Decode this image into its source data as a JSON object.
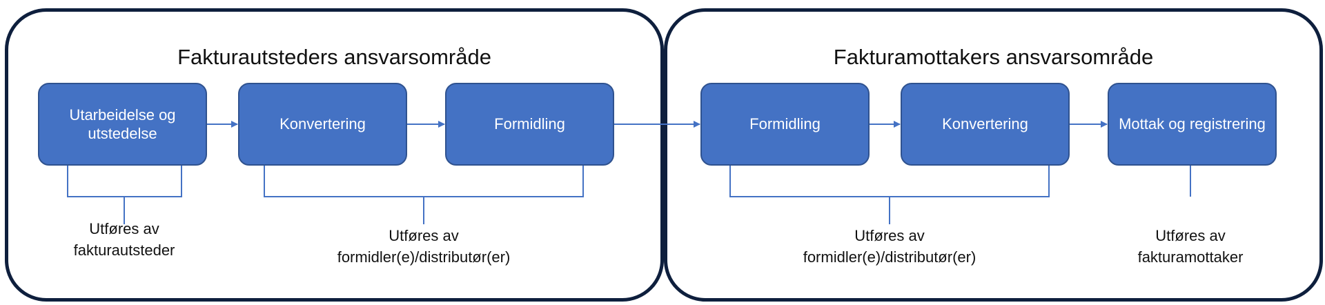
{
  "left_panel": {
    "title": "Fakturautsteders ansvarsområde",
    "steps": [
      "Utarbeidelse og utstedelse",
      "Konvertering",
      "Formidling"
    ],
    "performers": [
      "Utføres av\nfakturautsteder",
      "Utføres av\nformidler(e)/distributør(er)"
    ]
  },
  "right_panel": {
    "title": "Fakturamottakers ansvarsområde",
    "steps": [
      "Formidling",
      "Konvertering",
      "Mottak og registrering"
    ],
    "performers": [
      "Utføres av\nformidler(e)/distributør(er)",
      "Utføres av\nfakturamottaker"
    ]
  },
  "colors": {
    "panel_border": "#0e1f3d",
    "step_fill": "#4472c4",
    "step_border": "#2f528f",
    "connector": "#4472c4"
  }
}
